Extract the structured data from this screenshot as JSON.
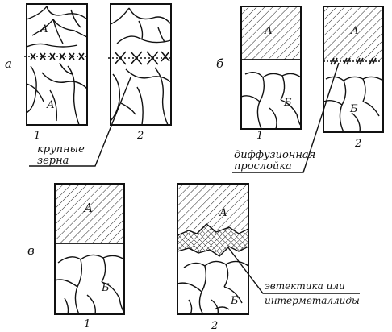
{
  "panels": {
    "a": {
      "letter": "а",
      "spec1": {
        "num": "1",
        "top": "А",
        "bottom": "А"
      },
      "spec2": {
        "num": "2"
      },
      "callout": [
        "крупные",
        "зерна"
      ]
    },
    "b": {
      "letter": "б",
      "spec1": {
        "num": "1",
        "top": "А",
        "bottom": "Б"
      },
      "spec2": {
        "num": "2",
        "top": "А",
        "bottom": "Б"
      },
      "callout": [
        "диффузионная",
        "прослойка"
      ]
    },
    "v": {
      "letter": "в",
      "spec1": {
        "num": "1",
        "top": "А",
        "bottom": "Б"
      },
      "spec2": {
        "num": "2",
        "top": "А",
        "bottom": "Б"
      },
      "callout": [
        "эвтектика или",
        "интерметаллиды"
      ]
    }
  }
}
